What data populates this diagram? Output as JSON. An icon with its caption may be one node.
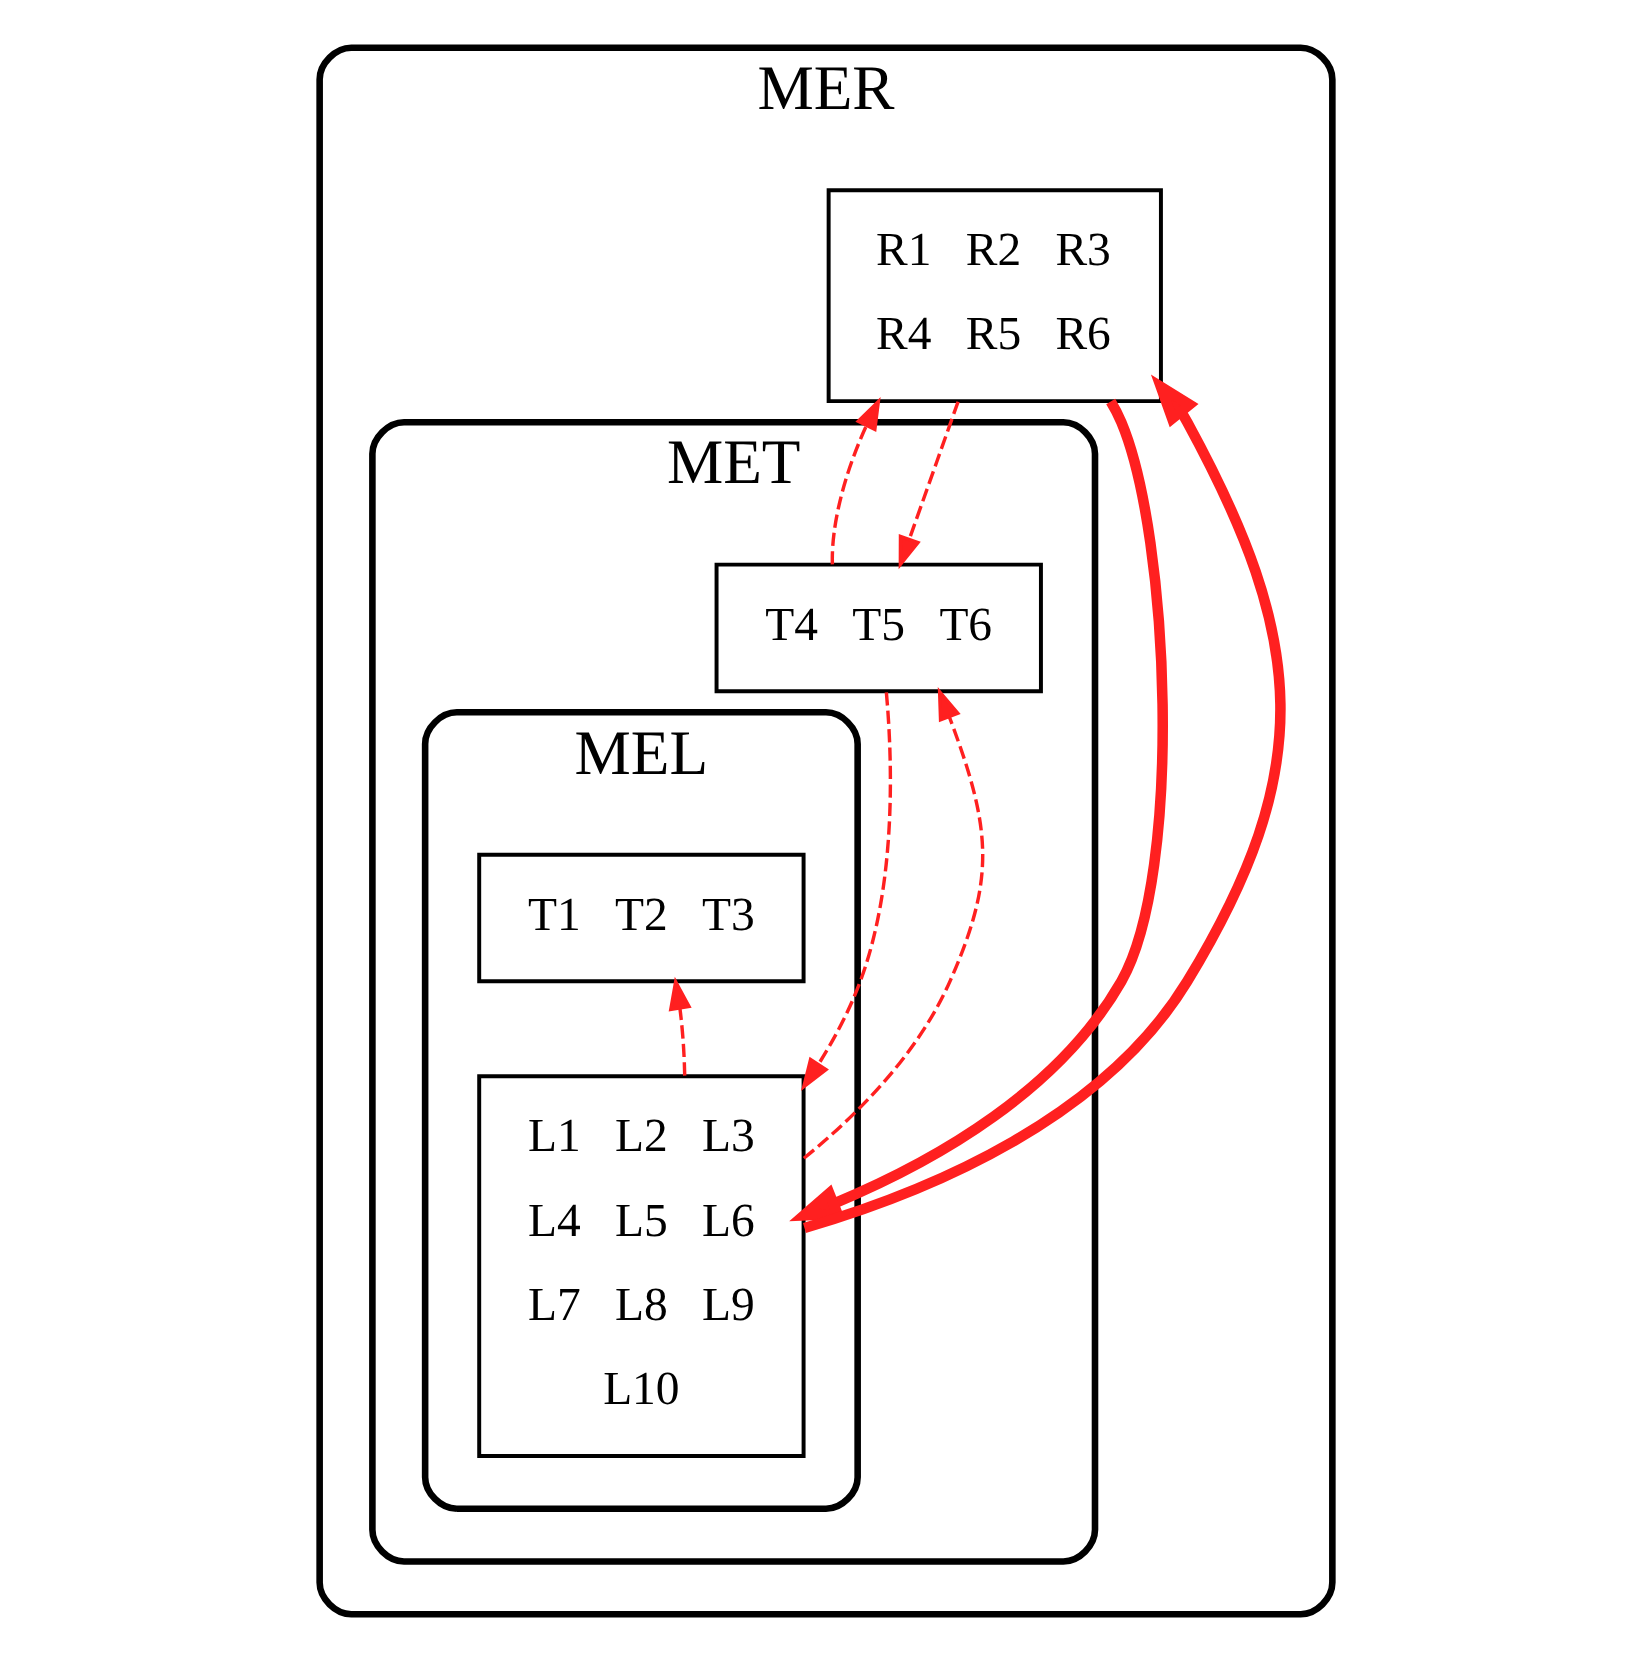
{
  "diagram": {
    "nodes": [
      {
        "text": [
          "MER"
        ]
      },
      {
        "text": [
          "R1",
          "R2",
          "R3",
          "R4",
          "R5",
          "R6"
        ],
        "in": 0
      },
      {
        "text": [
          "MET"
        ],
        "in": 0
      },
      {
        "text": [
          "T4",
          "T5",
          "T6"
        ],
        "in": 2
      },
      {
        "text": [
          "MEL"
        ],
        "in": 2
      },
      {
        "text": [
          "T1",
          "T2",
          "T3"
        ],
        "in": 4
      },
      {
        "text": [
          "L1",
          "L2",
          "L3",
          "L4",
          "L5",
          "L6",
          "L7",
          "L8",
          "L9",
          "L10"
        ],
        "in": 4
      }
    ],
    "edges": [
      {
        "from": 6,
        "to": 1,
        "arrow": "to",
        "style": "thick"
      },
      {
        "from": 1,
        "to": 6,
        "arrow": "to",
        "style": "thick"
      },
      {
        "from": 3,
        "to": 1,
        "arrow": "to",
        "style": "dashed"
      },
      {
        "from": 1,
        "to": 3,
        "arrow": "to",
        "style": "dashed"
      },
      {
        "from": 6,
        "to": 3,
        "arrow": "to",
        "style": "dashed"
      },
      {
        "from": 3,
        "to": 6,
        "arrow": "to",
        "style": "dashed"
      },
      {
        "from": 6,
        "to": 5,
        "arrow": "to",
        "style": "dashed"
      }
    ]
  }
}
